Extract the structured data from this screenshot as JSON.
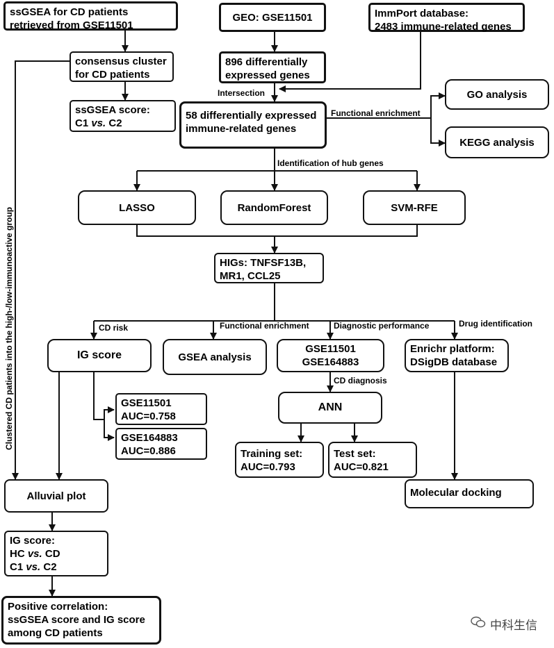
{
  "boxes": {
    "ssgsea_retrieved": [
      "ssGSEA for CD patients",
      "retrieved from GSE11501"
    ],
    "geo": [
      "GEO: GSE11501"
    ],
    "immport": [
      "ImmPort database:",
      "2483 immune-related genes"
    ],
    "consensus": [
      "consensus cluster",
      "for CD patients"
    ],
    "deg896": [
      "896 differentially",
      "expressed genes"
    ],
    "ssgsea_score": [
      "ssGSEA score:",
      "C1 ",
      "vs.",
      " C2"
    ],
    "deg58": [
      "58 differentially expressed",
      "immune-related genes"
    ],
    "go": [
      "GO analysis"
    ],
    "kegg": [
      "KEGG analysis"
    ],
    "lasso": [
      "LASSO"
    ],
    "rf": [
      "RandomForest"
    ],
    "svm": [
      "SVM-RFE"
    ],
    "higs": [
      "HIGs: TNFSF13B,",
      "MR1, CCL25"
    ],
    "igscore": [
      "IG score"
    ],
    "gsea": [
      "GSEA analysis"
    ],
    "gse_pair": [
      "GSE11501",
      "GSE164883"
    ],
    "enrichr": [
      "Enrichr platform:",
      "DSigDB database"
    ],
    "auc1": [
      "GSE11501",
      "AUC=0.758"
    ],
    "auc2": [
      "GSE164883",
      "AUC=0.886"
    ],
    "ann": [
      "ANN"
    ],
    "train": [
      "Training set:",
      "AUC=0.793"
    ],
    "test": [
      "Test set:",
      "AUC=0.821"
    ],
    "docking": [
      "Molecular docking"
    ],
    "alluvial": [
      "Alluvial plot"
    ],
    "ig_compare": [
      "IG score:",
      "HC ",
      "vs.",
      " CD",
      "C1 ",
      "vs.",
      " C2"
    ],
    "positive": [
      "Positive correlation:",
      "ssGSEA score and IG score",
      "among CD patients"
    ]
  },
  "labels": {
    "intersection": "Intersection",
    "functional_enrichment_top": "Functional enrichment",
    "hub_genes": "Identification of hub genes",
    "cd_risk": "CD risk",
    "functional_enrichment_mid": "Functional enrichment",
    "diagnostic": "Diagnostic performance",
    "drug": "Drug identification",
    "cd_diagnosis": "CD diagnosis",
    "vertical": "Clustered CD patients into the high-/low-immunoactive group"
  },
  "watermark": "中科生信",
  "colors": {
    "stroke": "#111111",
    "text": "#000000"
  }
}
